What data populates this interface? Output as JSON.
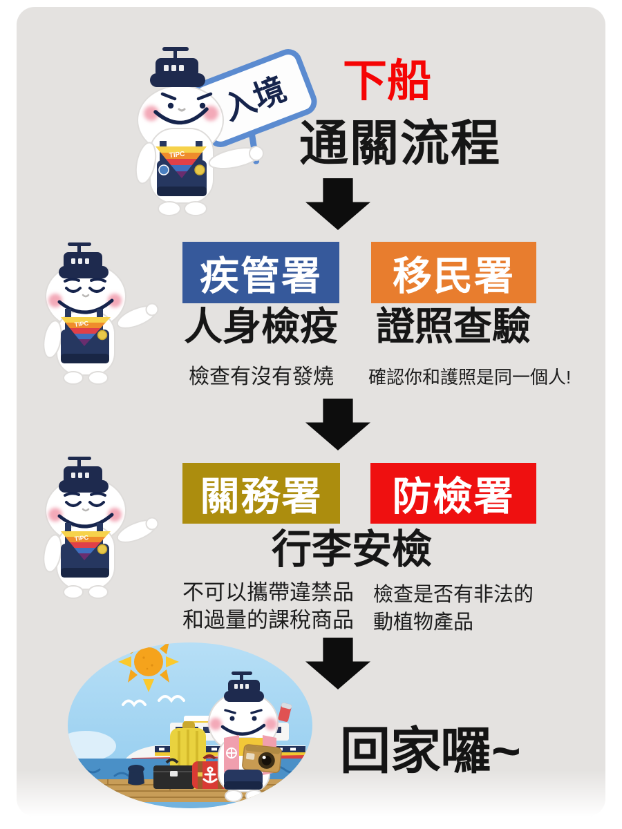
{
  "poster": {
    "card_color": "#e4e2e0",
    "arrow_color": "#0d0d0d"
  },
  "header": {
    "sign": "入境",
    "title_red": "下船",
    "title_red_color": "#f50404",
    "title_black": "通關流程"
  },
  "mascot": {
    "badge": "TIPC"
  },
  "step1": {
    "left": {
      "agency": "疾管署",
      "color": "#36599b",
      "title": "人身檢疫",
      "caption": "檢查有沒有發燒"
    },
    "right": {
      "agency": "移民署",
      "color": "#e87d2e",
      "title": "證照查驗",
      "caption": "確認你和護照是同一個人!"
    }
  },
  "step2": {
    "title": "行李安檢",
    "left": {
      "agency": "關務署",
      "color": "#ac8d0e",
      "caption_line1": "不可以攜帶違禁品",
      "caption_line2": "和過量的課稅商品"
    },
    "right": {
      "agency": "防檢署",
      "color": "#ef1010",
      "caption_line1": "檢查是否有非法的",
      "caption_line2": "動植物產品"
    }
  },
  "footer": {
    "text": "回家囉~"
  }
}
